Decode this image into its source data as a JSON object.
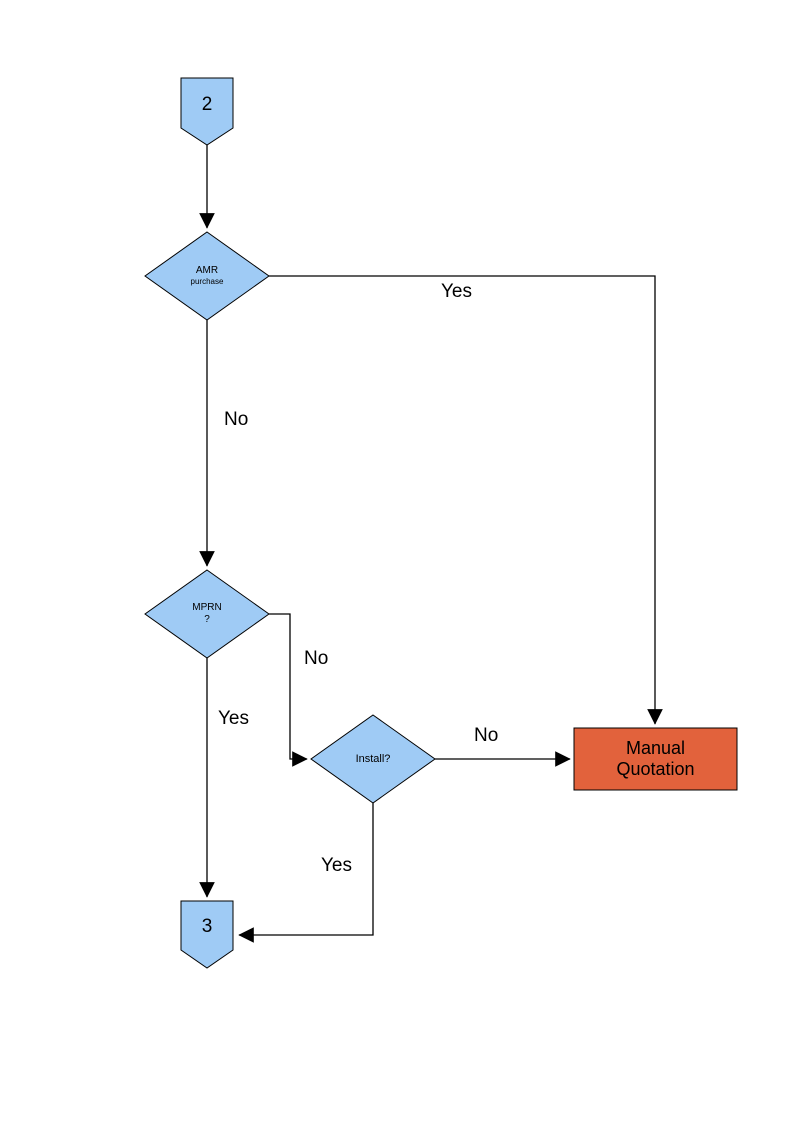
{
  "diagram": {
    "type": "flowchart",
    "nodes": {
      "connector_2": {
        "type": "off-page-connector",
        "label": "2"
      },
      "amr": {
        "type": "decision",
        "label_line1": "AMR",
        "label_line2": "purchase"
      },
      "mprn": {
        "type": "decision",
        "label_line1": "MPRN",
        "label_line2": "?"
      },
      "install": {
        "type": "decision",
        "label": "Install?"
      },
      "manual_quotation": {
        "type": "process",
        "label": "Manual Quotation"
      },
      "connector_3": {
        "type": "off-page-connector",
        "label": "3"
      }
    },
    "edge_labels": {
      "amr_yes": "Yes",
      "amr_no": "No",
      "mprn_no": "No",
      "mprn_yes": "Yes",
      "install_no": "No",
      "install_yes": "Yes"
    },
    "edges": [
      {
        "from": "connector_2",
        "to": "amr",
        "label": ""
      },
      {
        "from": "amr",
        "to": "manual_quotation",
        "label": "Yes"
      },
      {
        "from": "amr",
        "to": "mprn",
        "label": "No"
      },
      {
        "from": "mprn",
        "to": "install",
        "label": "No"
      },
      {
        "from": "mprn",
        "to": "connector_3",
        "label": "Yes"
      },
      {
        "from": "install",
        "to": "manual_quotation",
        "label": "No"
      },
      {
        "from": "install",
        "to": "connector_3",
        "label": "Yes"
      }
    ]
  },
  "colors": {
    "node_fill": "#9FCBF5",
    "node_stroke": "#000000",
    "process_fill": "#E2623C",
    "line_color": "#000000",
    "page_background": "#ffffff"
  }
}
